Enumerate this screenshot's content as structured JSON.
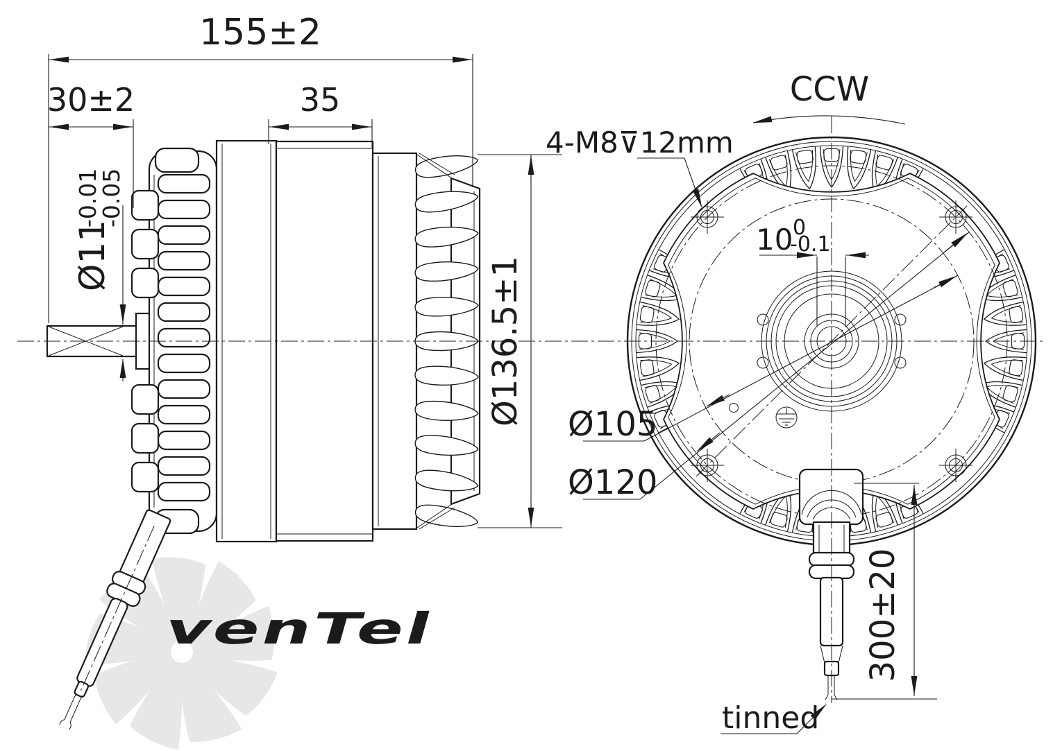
{
  "side_view": {
    "dim_total_length": "155±2",
    "dim_shaft_extension": "30±2",
    "dim_rotor_section": "35",
    "shaft_dia_base": "Ø11",
    "shaft_dia_tol_upper": "-0.01",
    "shaft_dia_tol_lower": "-0.05",
    "dim_outer_dia": "Ø136.5±1"
  },
  "front_view": {
    "rotation_direction": "CCW",
    "mounting_thread_callout": "4-M8⊽12mm",
    "shaft_flat_base": "10",
    "shaft_flat_tol_upper": "0",
    "shaft_flat_tol_lower": "-0.1",
    "dim_inner_circle": "Ø105",
    "dim_bolt_circle": "Ø120",
    "dim_lead_length": "300±20",
    "lead_end_note": "tinned"
  },
  "watermark": {
    "text_gray": "venT",
    "text_blue": "el"
  },
  "colors": {
    "line": "#1b1b1b",
    "watermark_text_gray": "#cccccc",
    "watermark_text_blue": "#c3dcee",
    "watermark_fan": "#e7e7e7"
  }
}
